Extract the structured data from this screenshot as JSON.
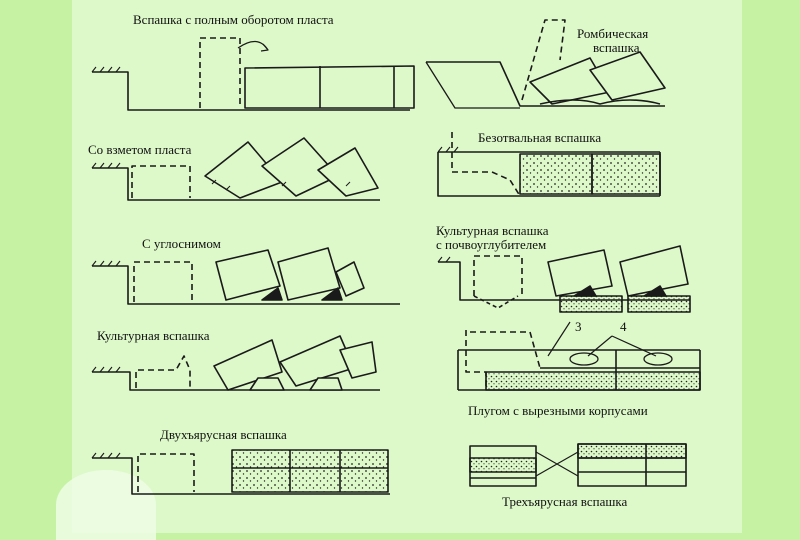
{
  "labels": {
    "full_turn": "Вспашка с полным оборотом пласта",
    "rhombic_1": "Ромбическая",
    "rhombic_2": "вспашка",
    "raised_layer": "Со взметом  пласта",
    "moldless": "Безотвальная вспашка",
    "skimmer": "С углоснимом",
    "cultural_subsoil_1": "Культурная вспашка",
    "cultural_subsoil_2": "с почвоуглубителем",
    "cultural": "Культурная вспашка",
    "numeral_3": "3",
    "numeral_4": "4",
    "cutout_bodies": "Плугом с вырезными корпусами",
    "two_tier": "Двухъярусная вспашка",
    "three_tier": "Трехъярусная вспашка"
  },
  "colors": {
    "background": "#c6f3a3",
    "panel": "#ddf9c9",
    "ink": "#1a1a1a"
  }
}
